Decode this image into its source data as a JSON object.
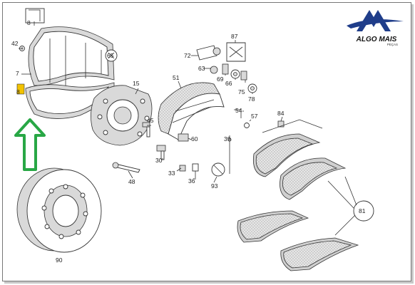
{
  "logo": {
    "brand": "ALGO MAIS",
    "sub": "PEÇAS"
  },
  "arrow_color": "#28a745",
  "accent_highlight": "#f2c200",
  "labels": {
    "p8_top": "8",
    "p42": "42",
    "p7": "7",
    "p8_side": "8",
    "p65": "65",
    "p15": "15",
    "p51": "51",
    "p72": "72",
    "p87": "87",
    "p63": "63",
    "p69": "69",
    "p66": "66",
    "p75": "75",
    "p78": "78",
    "p45": "45",
    "p60": "60",
    "p54": "54",
    "p57": "57",
    "p84": "84",
    "p39": "39",
    "p30": "30",
    "p33": "33",
    "p36": "36",
    "p93": "93",
    "p48": "48",
    "p81": "81",
    "p90": "90"
  }
}
